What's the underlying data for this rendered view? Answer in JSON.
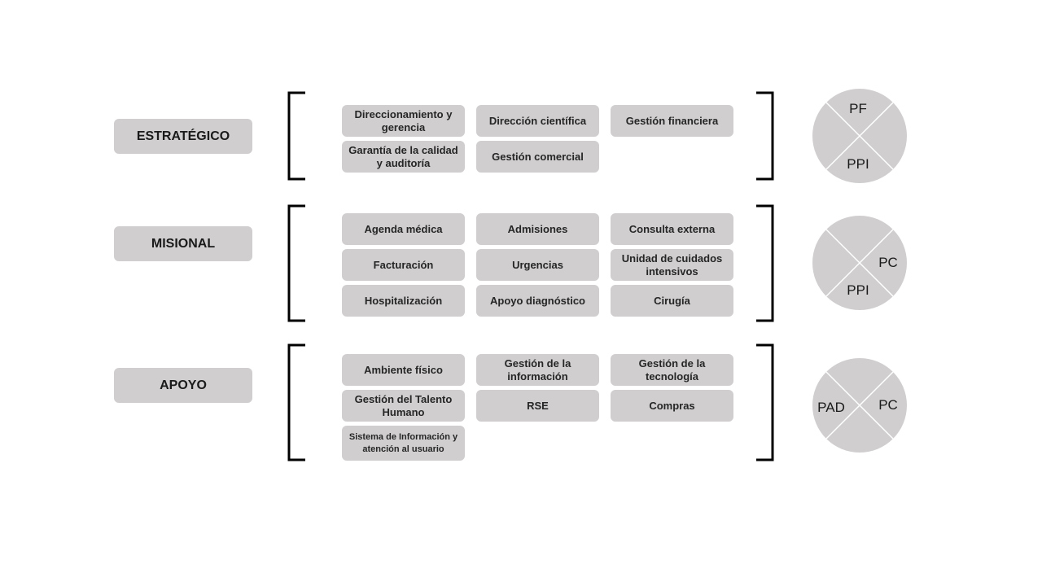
{
  "groups": [
    {
      "label": "ESTRATÉGICO",
      "boxes": [
        "Direccionamiento y gerencia",
        "Dirección científica",
        "Gestión financiera",
        "Garantía de la calidad y auditoría",
        "Gestión comercial"
      ],
      "circle": {
        "top": "PF",
        "right": "",
        "bottom": "PPI",
        "left": ""
      }
    },
    {
      "label": "MISIONAL",
      "boxes": [
        "Agenda médica",
        "Admisiones",
        "Consulta externa",
        "Facturación",
        "Urgencias",
        "Unidad de cuidados intensivos",
        "Hospitalización",
        "Apoyo diagnóstico",
        "Cirugía"
      ],
      "circle": {
        "top": "",
        "right": "PC",
        "bottom": "PPI",
        "left": ""
      }
    },
    {
      "label": "APOYO",
      "boxes": [
        "Ambiente físico",
        "Gestión de la información",
        "Gestión de la tecnología",
        "Gestión del Talento Humano",
        "RSE",
        "Compras",
        "Sistema de Información y atención al usuario"
      ],
      "circle": {
        "top": "",
        "right": "PC",
        "bottom": "",
        "left": "PAD"
      }
    }
  ],
  "colors": {
    "box_fill": "#d0cece",
    "bracket": "#000000",
    "circle_line": "#ffffff"
  }
}
